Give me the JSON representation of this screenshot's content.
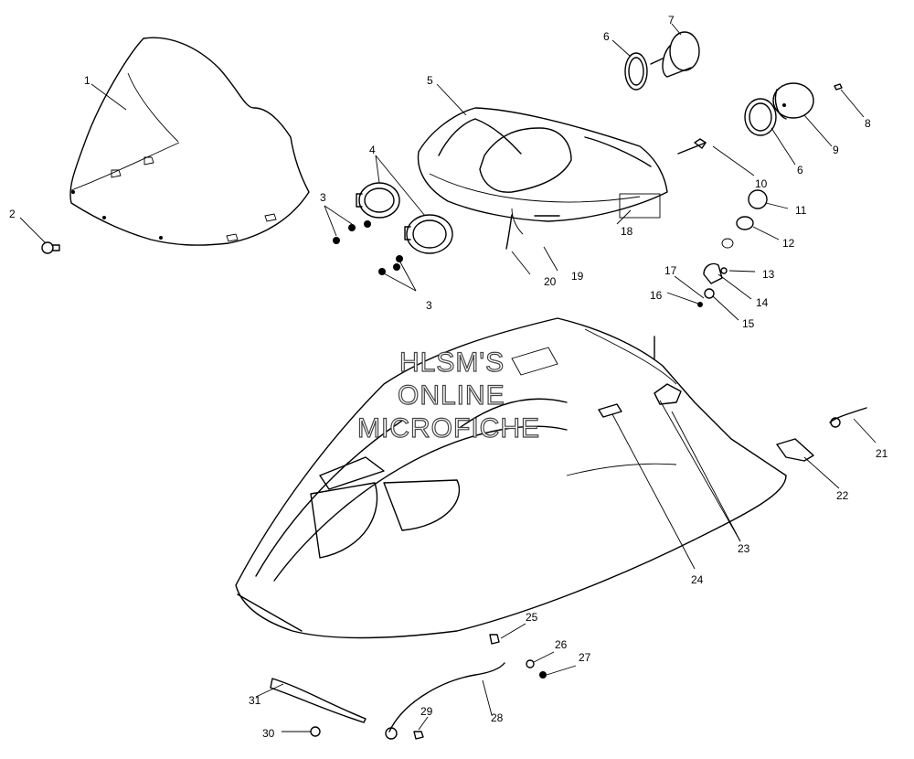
{
  "watermark": {
    "line1": "HLSM'S",
    "line2": "ONLINE",
    "line3": "MICROFICHE"
  },
  "callouts": [
    "1",
    "2",
    "3",
    "3",
    "4",
    "5",
    "6",
    "6",
    "7",
    "8",
    "9",
    "10",
    "11",
    "12",
    "13",
    "14",
    "15",
    "16",
    "17",
    "18",
    "19",
    "20",
    "21",
    "22",
    "23",
    "24",
    "25",
    "26",
    "27",
    "28",
    "29",
    "30",
    "31"
  ]
}
